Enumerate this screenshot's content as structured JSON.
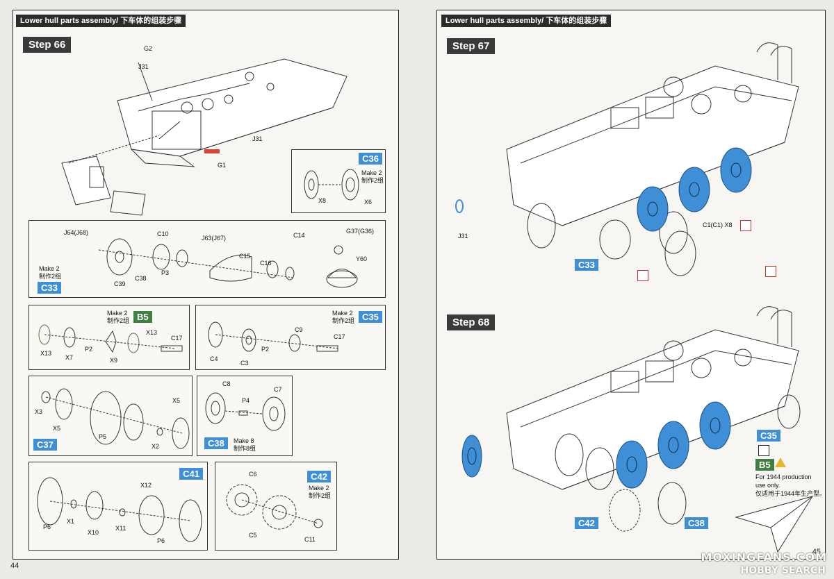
{
  "left_page": {
    "header": "Lower hull parts assembly/ 下车体的组装步骤",
    "step_title": "Step 66",
    "page_number": "44",
    "callouts": [
      "G2",
      "J31",
      "J31",
      "G1"
    ],
    "c36": {
      "tag": "C36",
      "make": "Make 2",
      "make_cn": "制作2组",
      "parts": [
        "X8",
        "X6"
      ]
    },
    "c33": {
      "tag": "C33",
      "make": "Make 2",
      "make_cn": "制作2组",
      "parts": [
        "J64(J68)",
        "C10",
        "J63(J67)",
        "C14",
        "G37(G36)",
        "Y60",
        "C15",
        "C16",
        "P3",
        "C38",
        "C39"
      ]
    },
    "b5": {
      "tag": "B5",
      "make": "Make 2",
      "make_cn": "制作2组",
      "parts": [
        "X13",
        "X7",
        "P2",
        "X9",
        "X13",
        "C17"
      ]
    },
    "c35": {
      "tag": "C35",
      "make": "Make 2",
      "make_cn": "制作2组",
      "parts": [
        "C4",
        "C3",
        "P2",
        "C9",
        "C17"
      ]
    },
    "c37": {
      "tag": "C37",
      "parts": [
        "X3",
        "X5",
        "P5",
        "X5",
        "X2"
      ]
    },
    "c38": {
      "tag": "C38",
      "make": "Make 8",
      "make_cn": "制作8组",
      "parts": [
        "C8",
        "P4",
        "C7"
      ]
    },
    "c41": {
      "tag": "C41",
      "parts": [
        "X12",
        "P6",
        "X1",
        "X10",
        "X11",
        "P6"
      ]
    },
    "c42": {
      "tag": "C42",
      "make": "Make 2",
      "make_cn": "制作2组",
      "parts": [
        "C6",
        "C5",
        "C11"
      ]
    }
  },
  "right_page": {
    "header": "Lower hull parts assembly/ 下车体的组装步骤",
    "step67_title": "Step 67",
    "step68_title": "Step 68",
    "page_number": "45",
    "step67_labels": {
      "j31": "J31",
      "wheels": "C1(C1) X8",
      "sub": "C33"
    },
    "step68_labels": {
      "c35": "C35",
      "b5": "B5",
      "c42": "C42",
      "c38": "C38"
    },
    "note_en1": "For 1944 production",
    "note_en2": "use only.",
    "note_cn": "仅适用于1944年生产型。"
  },
  "watermark": {
    "line1": "MOXINGFANS.COM",
    "line2": "HOBBY SEARCH"
  },
  "colors": {
    "highlight_blue": "#3f8fd6",
    "step_bg": "#3a3a3a",
    "red_part": "#e04030",
    "b5_green": "#3f7f3f"
  }
}
